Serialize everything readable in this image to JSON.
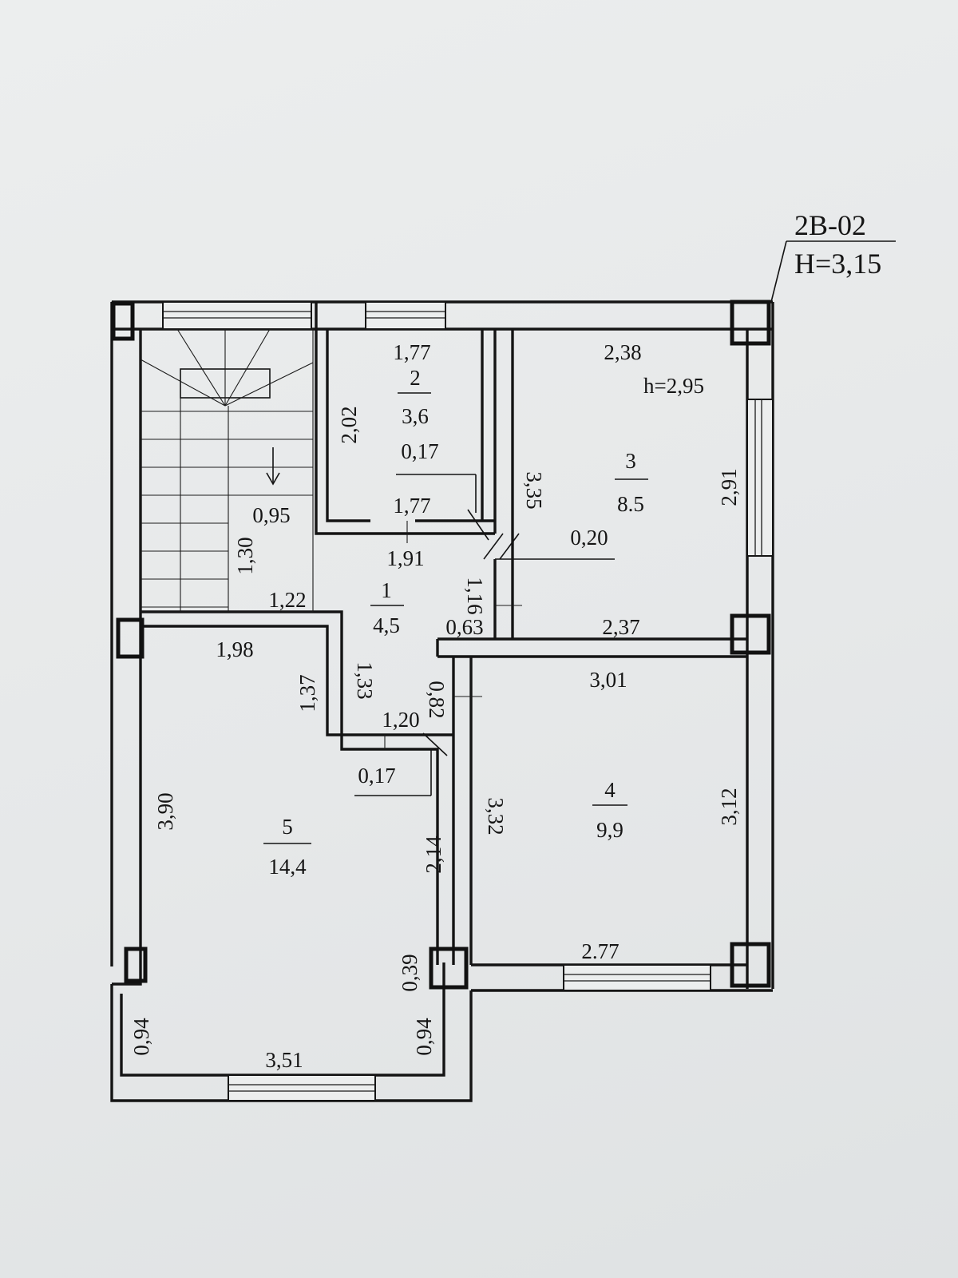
{
  "plan_label": {
    "code": "2В-02",
    "height": "Н=3,15"
  },
  "room3_height": "h=2,95",
  "rooms": [
    {
      "number": "1",
      "area": "4,5"
    },
    {
      "number": "2",
      "area": "3,6"
    },
    {
      "number": "3",
      "area": "8.5"
    },
    {
      "number": "4",
      "area": "9,9"
    },
    {
      "number": "5",
      "area": "14,4"
    }
  ],
  "dimensions": {
    "r2_top": "1,77",
    "r2_left": "2,02",
    "r2_wall": "0,17",
    "r2_bottom": "1,77",
    "r3_top": "2,38",
    "r3_left": "3,35",
    "r3_right": "2,91",
    "r3_wall": "0,20",
    "r3_bottom": "2,37",
    "hall_stair": "0,95",
    "hall_left": "1,30",
    "hall_top": "1,91",
    "hall_bottom_left": "1,22",
    "hall_door": "1,16",
    "hall_bottom_right": "0,63",
    "hall_door2": "0,82",
    "hall_right": "1,33",
    "hall_bottom": "1,20",
    "r4_top": "3,01",
    "r4_left": "3,32",
    "r4_right": "3,12",
    "r4_bottom": "2.77",
    "r5_top": "1,98",
    "r5_recess": "1,37",
    "r5_left": "3,90",
    "r5_wall": "0,17",
    "r5_right": "2,14",
    "r5_column": "0,39",
    "r5_bay_left": "0,94",
    "r5_bay_right": "0,94",
    "r5_bottom": "3,51"
  }
}
